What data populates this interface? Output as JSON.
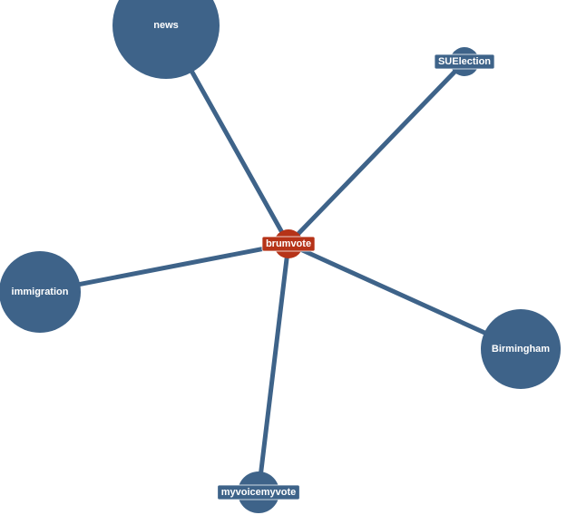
{
  "colors": {
    "node": "#3e6389",
    "center_node": "#b63318",
    "edge": "#3e6389",
    "label_text": "#ffffff",
    "background": "#ffffff"
  },
  "graph": {
    "center": {
      "id": "brumvote",
      "label": "brumvote"
    },
    "nodes": [
      {
        "id": "news",
        "label": "news"
      },
      {
        "id": "SUElection",
        "label": "SUElection"
      },
      {
        "id": "immigration",
        "label": "immigration"
      },
      {
        "id": "Birmingham",
        "label": "Birmingham"
      },
      {
        "id": "myvoicemyvote",
        "label": "myvoicemyvote"
      }
    ],
    "edges": [
      {
        "from": "brumvote",
        "to": "news"
      },
      {
        "from": "brumvote",
        "to": "SUElection"
      },
      {
        "from": "brumvote",
        "to": "immigration"
      },
      {
        "from": "brumvote",
        "to": "Birmingham"
      },
      {
        "from": "brumvote",
        "to": "myvoicemyvote"
      }
    ]
  }
}
